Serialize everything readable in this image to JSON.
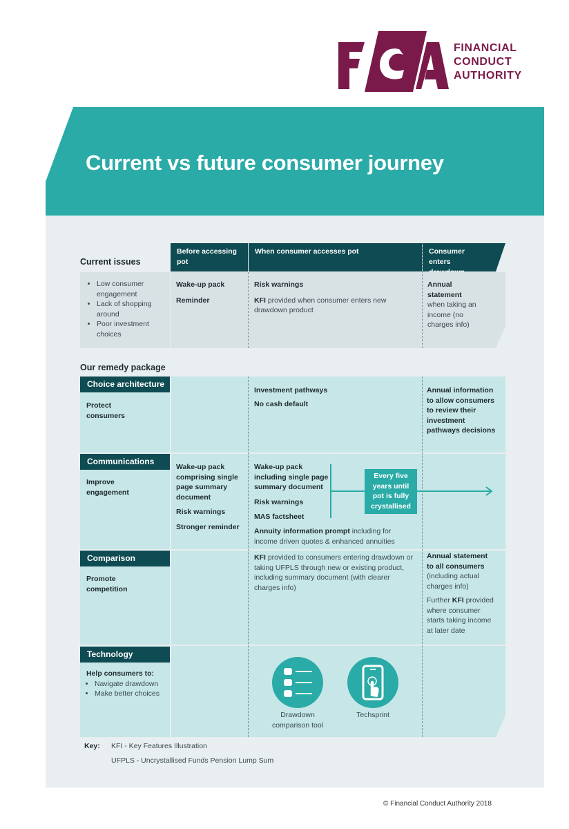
{
  "logo": {
    "mark": "FCA",
    "line1": "FINANCIAL",
    "line2": "CONDUCT",
    "line3": "AUTHORITY"
  },
  "title": "Current vs future consumer journey",
  "current": {
    "label": "Current issues",
    "col1_header": "Before accessing pot",
    "col2_header": "When consumer accesses pot",
    "col3_header": "Consumer enters drawdown",
    "issues": [
      "Low consumer engagement",
      "Lack of shopping around",
      "Poor investment choices"
    ],
    "col1_items": [
      "Wake-up pack",
      "Reminder"
    ],
    "col2_risk": "Risk warnings",
    "col2_kfi": "KFI",
    "col2_kfi_rest": " provided when consumer enters new drawdown product",
    "col3_bold": "Annual statement",
    "col3_rest": "when taking an income (no charges info)"
  },
  "remedy": {
    "label": "Our remedy package",
    "choice": {
      "tag": "Choice architecture",
      "goal": "Protect consumers",
      "col2": [
        "Investment pathways",
        "No cash default"
      ],
      "col3": "Annual information to allow consumers to review their investment pathways decisions"
    },
    "comms": {
      "tag": "Communications",
      "goal": "Improve engagement",
      "col1": [
        "Wake-up pack comprising single page summary document",
        "Risk warnings",
        "Stronger reminder"
      ],
      "col2": [
        "Wake-up pack including single page summary document",
        "Risk warnings",
        "MAS factsheet"
      ],
      "annuity_bold": "Annuity information prompt",
      "annuity_rest": " including for income driven quotes & enhanced annuities",
      "callout": "Every five years until pot is fully crystallised"
    },
    "comparison": {
      "tag": "Comparison",
      "goal": "Promote competition",
      "kfi": "KFI",
      "col2_rest": " provided to consumers entering drawdown or taking UFPLS through new or existing product, including summary document (with clearer charges info)",
      "col3_bold": "Annual statement to all consumers",
      "col3_rest": "(including actual charges info)",
      "col3_further": "Further ",
      "col3_kfi": "KFI",
      "col3_further_rest": " provided where consumer starts taking income at later date"
    },
    "technology": {
      "tag": "Technology",
      "goal": "Help consumers to:",
      "bullets": [
        "Navigate drawdown",
        "Make better choices"
      ],
      "tool1": "Drawdown comparison tool",
      "tool2": "Techsprint"
    }
  },
  "key": {
    "label": "Key:",
    "kfi": "KFI - Key Features Illustration",
    "ufpls": "UFPLS - Uncrystallised Funds Pension Lump Sum"
  },
  "footer": "© Financial Conduct Authority 2018",
  "colors": {
    "teal": "#2aaba7",
    "dark_teal": "#0f4b52",
    "brand_purple": "#7a1a4a"
  }
}
